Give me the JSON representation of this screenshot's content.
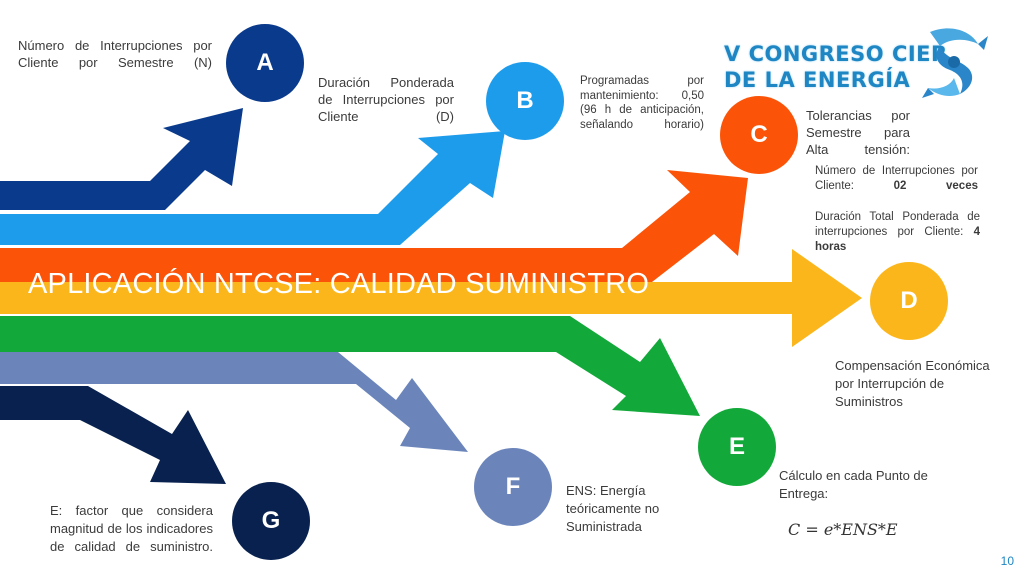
{
  "title": "APLICACIÓN NTCSE: CALIDAD SUMINISTRO",
  "logo": {
    "line1": "V CONGRESO CIER",
    "line2": "DE LA ENERGÍA",
    "icon": "cier-swirl-logo"
  },
  "nodes": {
    "A": {
      "letter": "A",
      "color": "#0a3a8c",
      "text": "Número de Interrupciones por Cliente por Semestre (N)"
    },
    "B": {
      "letter": "B",
      "color": "#1e9cec",
      "text": "Duración Ponderada de Interrupciones por Cliente (D)",
      "note": "Programadas por mantenimiento: 0,50 (96 h de anticipación, señalando horario)"
    },
    "C": {
      "letter": "C",
      "color": "#fb5408",
      "text": "Tolerancias por Semestre para Alta tensión:",
      "detail1_label": "Número de Interrupciones por Cliente:",
      "detail1_value": "02 veces",
      "detail2_label": "Duración Total Ponderada de interrupciones por Cliente:",
      "detail2_value": "4 horas"
    },
    "D": {
      "letter": "D",
      "color": "#fbb61c",
      "text": "Compensación Económica por Interrupción de Suministros"
    },
    "E": {
      "letter": "E",
      "color": "#12a93a",
      "text": "Cálculo en cada Punto de Entrega:",
      "formula": "C = e*ENS*E"
    },
    "F": {
      "letter": "F",
      "color": "#6b85bb",
      "text": "ENS: Energía teóricamente no Suministrada"
    },
    "G": {
      "letter": "G",
      "color": "#08214f",
      "text": "E: factor que considera magnitud de los indicadores de calidad de suministro."
    }
  },
  "page_number": "10"
}
